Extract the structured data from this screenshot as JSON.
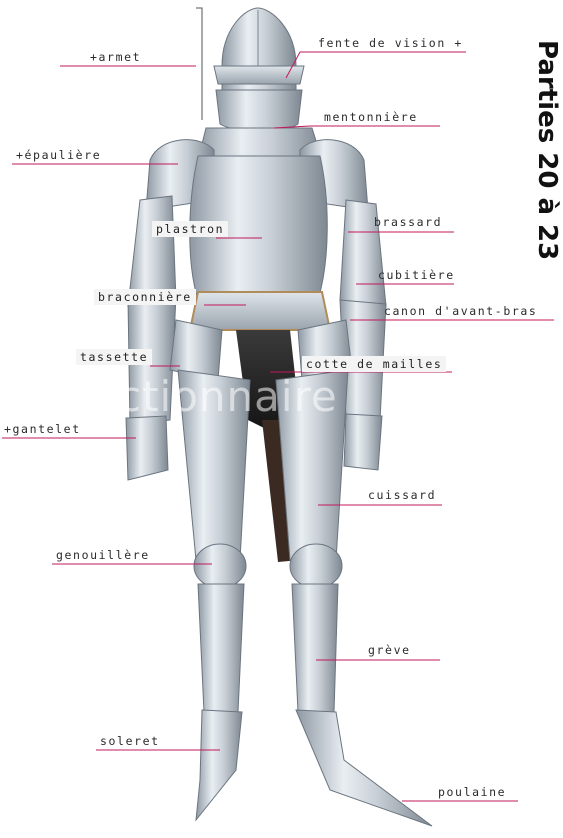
{
  "diagram": {
    "labels": {
      "armet": "+armet",
      "fente_de_vision": "fente de vision +",
      "mentonniere": "mentonnière",
      "epauliere": "+épaulière",
      "plastron": "plastron",
      "brassard": "brassard",
      "cubitiere": "cubitière",
      "braconniere": "braconnière",
      "canon_avant_bras": "canon d'avant-bras",
      "tassette": "tassette",
      "cotte_de_mailles": "cotte de mailles",
      "gantelet": "+gantelet",
      "cuissard": "cuissard",
      "genouillere": "genouillère",
      "greve": "grève",
      "soleret": "soleret",
      "poulaine": "poulaine"
    },
    "watermark": "ctionnaire",
    "side_heading": "Parties 20 à 23",
    "leader_color": "#c2185b"
  }
}
